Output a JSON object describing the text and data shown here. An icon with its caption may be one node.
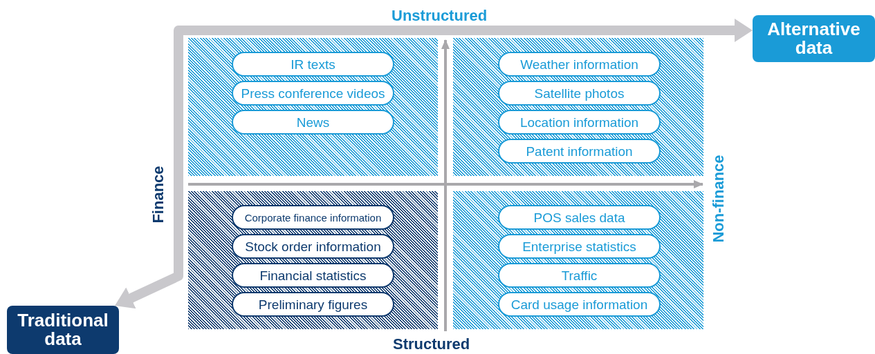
{
  "diagram": {
    "nodes": [
      {
        "text": [],
        "shape": "box"
      },
      {
        "text": [
          "IR texts"
        ],
        "in": 0
      },
      {
        "text": [
          "Press conference videos"
        ],
        "in": 0
      },
      {
        "text": [
          "News"
        ],
        "in": 0
      },
      {
        "text": [],
        "shape": "box"
      },
      {
        "text": [
          "Weather information"
        ],
        "in": 4
      },
      {
        "text": [
          "Satellite photos"
        ],
        "in": 4
      },
      {
        "text": [
          "Location information"
        ],
        "in": 4
      },
      {
        "text": [
          "Patent information"
        ],
        "in": 4
      },
      {
        "text": [],
        "shape": "box"
      },
      {
        "text": [
          "Corporate finance information"
        ],
        "in": 9
      },
      {
        "text": [
          "Stock order information"
        ],
        "in": 9
      },
      {
        "text": [
          "Financial statistics"
        ],
        "in": 9
      },
      {
        "text": [
          "Preliminary figures"
        ],
        "in": 9
      },
      {
        "text": [],
        "shape": "box"
      },
      {
        "text": [
          "POS sales data"
        ],
        "in": 14
      },
      {
        "text": [
          "Enterprise statistics"
        ],
        "in": 14
      },
      {
        "text": [
          "Traffic"
        ],
        "in": 14
      },
      {
        "text": [
          "Card usage information"
        ],
        "in": 14
      },
      {
        "text": [
          "Alternative data"
        ]
      },
      {
        "text": [
          "Traditional data"
        ]
      }
    ],
    "edges": [
      {
        "from": 20,
        "to": 19,
        "arrow": "both"
      }
    ],
    "labels": [
      "Unstructured",
      "Finance",
      "Non-finance",
      "Structured"
    ]
  }
}
